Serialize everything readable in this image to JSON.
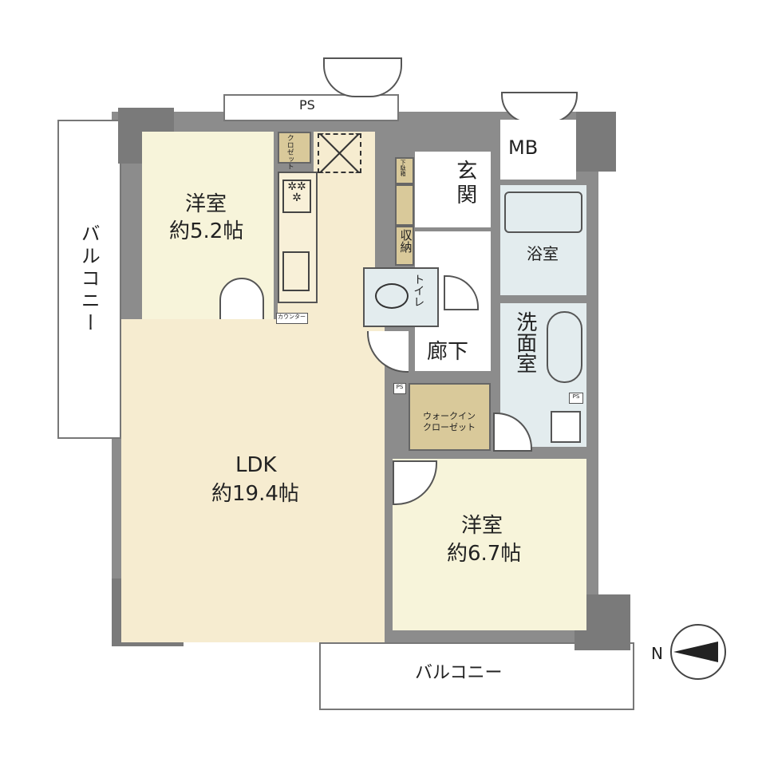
{
  "rooms": {
    "western_room_1": {
      "name": "洋室",
      "size": "約5.2帖"
    },
    "western_room_2": {
      "name": "洋室",
      "size": "約6.7帖"
    },
    "ldk": {
      "name": "LDK",
      "size": "約19.4帖"
    },
    "entrance": "玄関",
    "hallway": "廊下",
    "toilet": "トイレ",
    "bathroom": "浴室",
    "washroom": "洗面室",
    "storage": "収納",
    "shoe_box": "下駄箱",
    "closet": "クロゼット",
    "walk_in_closet": "ウォークイン\nクローゼット",
    "counter": "カウンター",
    "mb": "MB",
    "ps_top": "PS",
    "ps_small_1": "PS",
    "ps_small_2": "PS",
    "balcony_left": "バルコニー",
    "balcony_bottom": "バルコニー"
  },
  "compass": {
    "label": "N",
    "direction": "left"
  },
  "colors": {
    "wall": "#8c8c8c",
    "ldk": "#f6ecd0",
    "room": "#f7f4da",
    "wet": "#e3ecee",
    "storage": "#d9c99a"
  }
}
